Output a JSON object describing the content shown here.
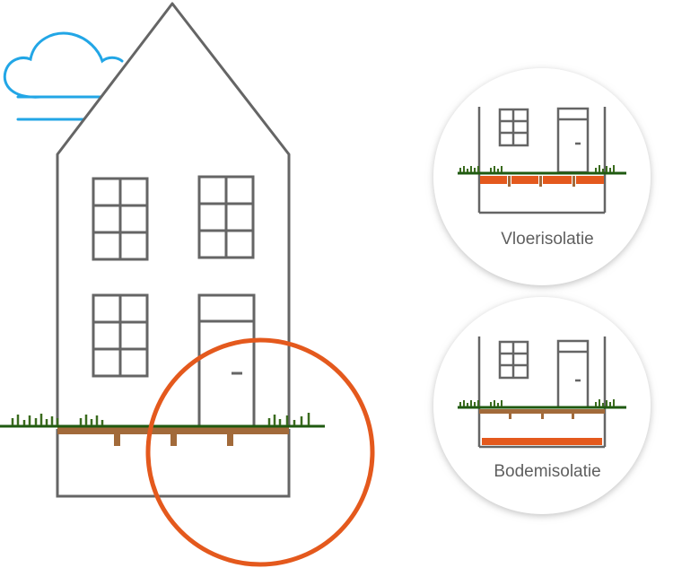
{
  "colors": {
    "outline": "#656565",
    "cloud": "#22a6e6",
    "accent_orange": "#e4591d",
    "grass": "#3a6b1e",
    "ground_line": "#1f5a10",
    "joist": "#a26a3a",
    "badge_bg": "#ffffff",
    "badge_shadow": "#bdbdbd"
  },
  "icons": {
    "cloud": "cloud-icon",
    "house": "house-icon",
    "detail_marker": "highlight-circle-icon"
  },
  "options": [
    {
      "id": "floor",
      "label": "Vloerisolatie"
    },
    {
      "id": "soil",
      "label": "Bodemisolatie"
    }
  ]
}
